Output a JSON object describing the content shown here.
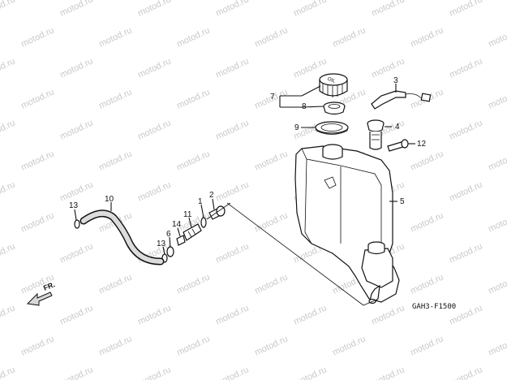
{
  "watermark": "motod.ru",
  "diagram_code": "GAH3-F1500",
  "front_marker": "FR.",
  "parts": [
    {
      "id": "p1",
      "label": "1"
    },
    {
      "id": "p2",
      "label": "2"
    },
    {
      "id": "p3",
      "label": "3"
    },
    {
      "id": "p4",
      "label": "4"
    },
    {
      "id": "p5",
      "label": "5"
    },
    {
      "id": "p6",
      "label": "6"
    },
    {
      "id": "p7",
      "label": "7"
    },
    {
      "id": "p8",
      "label": "8"
    },
    {
      "id": "p9",
      "label": "9"
    },
    {
      "id": "p10",
      "label": "10"
    },
    {
      "id": "p11",
      "label": "11"
    },
    {
      "id": "p12",
      "label": "12"
    },
    {
      "id": "p13a",
      "label": "13"
    },
    {
      "id": "p13b",
      "label": "13"
    },
    {
      "id": "p14",
      "label": "14"
    }
  ],
  "cap_text": "OIL"
}
